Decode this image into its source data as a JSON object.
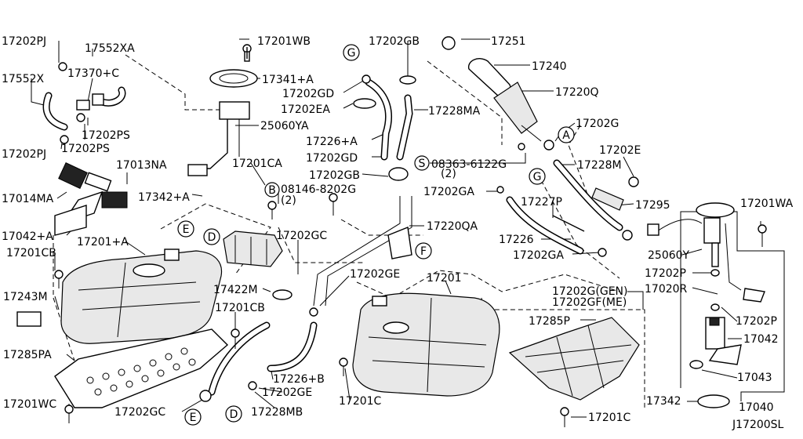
{
  "diagram_id": "J17200SL",
  "part_labels": [
    "17202PJ",
    "17552XA",
    "17201WB",
    "17202GB",
    "17251",
    "17240",
    "17220Q",
    "17552X",
    "17370+C",
    "17341+A",
    "17202GD",
    "17202EA",
    "17228MA",
    "17202G",
    "25060YA",
    "17226+A",
    "17202PS",
    "17202PJ",
    "17202PS",
    "17202GD",
    "08363-6122G",
    "(2)",
    "17202E",
    "17013NA",
    "17201CA",
    "17202GB",
    "17228M",
    "17014MA",
    "17342+A",
    "08146-8202G",
    "(2)",
    "17202GA",
    "17295",
    "17201WA",
    "17227P",
    "17042+A",
    "17202GC",
    "17220QA",
    "17226",
    "17201+A",
    "17201CB",
    "25060Y",
    "17202GA",
    "17422M",
    "17202GE",
    "17201",
    "17202P",
    "17243M",
    "17202G(GEN)",
    "17202GF(ME)",
    "17020R",
    "17201CB",
    "17202P",
    "17285P",
    "17042",
    "17285PA",
    "17226+B",
    "17202GE",
    "17043",
    "17201WC",
    "17202GC",
    "17228MB",
    "17201C",
    "17342",
    "17201C",
    "17040"
  ],
  "callout_letters": [
    "G",
    "A",
    "S",
    "G",
    "B",
    "E",
    "D",
    "F",
    "E",
    "D"
  ]
}
